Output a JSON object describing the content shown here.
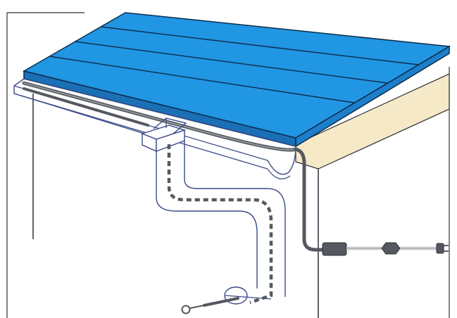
{
  "illustration": {
    "subject": "roof-and-gutter-heating-cable",
    "parts": [
      "roof-panels",
      "fascia-board",
      "exterior-wall",
      "gutter",
      "downspout",
      "heating-cable",
      "power-cord",
      "inline-connector",
      "plug"
    ]
  },
  "colors": {
    "roof": "#2196e3",
    "roof_edge": "#1a6fb6",
    "roof_seam": "#0d2c4a",
    "fascia": "#f5e9c7",
    "outline": "#2b2f36",
    "gutter_line": "#3a4a88",
    "cable": "#55595f",
    "cord": "#cfd2d6",
    "background": "#ffffff"
  }
}
